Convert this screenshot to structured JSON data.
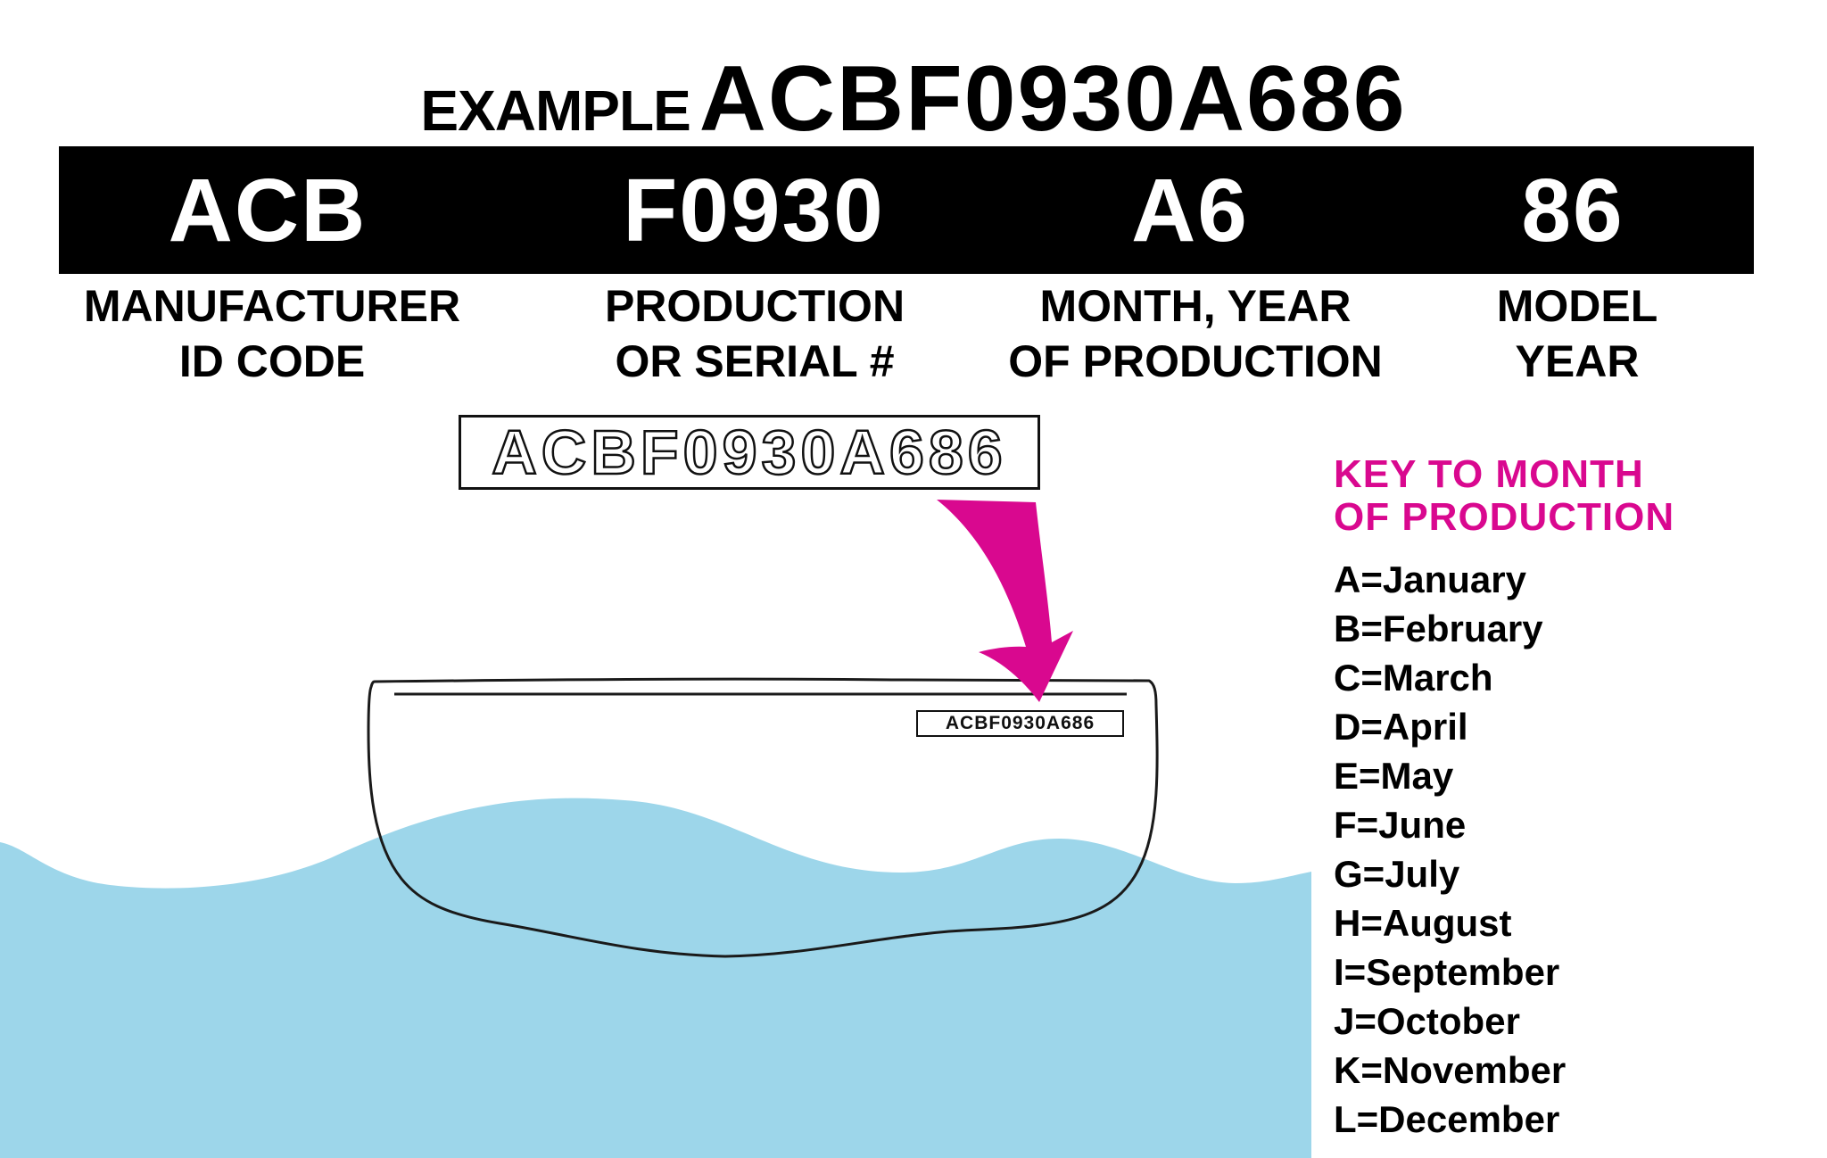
{
  "title": {
    "prefix": "EXAMPLE",
    "code": "ACBF0930A686"
  },
  "segments": [
    {
      "code": "ACB",
      "label_line1": "MANUFACTURER",
      "label_line2": "ID CODE"
    },
    {
      "code": "F0930",
      "label_line1": "PRODUCTION",
      "label_line2": "OR SERIAL #"
    },
    {
      "code": "A6",
      "label_line1": "MONTH, YEAR",
      "label_line2": "OF PRODUCTION"
    },
    {
      "code": "86",
      "label_line1": "MODEL",
      "label_line2": "YEAR"
    }
  ],
  "callout": {
    "hin_large": "ACBF0930A686",
    "hin_on_boat": "ACBF0930A686"
  },
  "key": {
    "title_line1": "KEY TO MONTH",
    "title_line2": "OF PRODUCTION",
    "items": [
      "A=January",
      "B=February",
      "C=March",
      "D=April",
      "E=May",
      "F=June",
      "G=July",
      "H=August",
      "I=September",
      "J=October",
      "K=November",
      "L=December"
    ]
  },
  "colors": {
    "accent_magenta": "#d9088f",
    "water": "#9dd6ea",
    "bar": "#000000",
    "outline": "#111111"
  }
}
